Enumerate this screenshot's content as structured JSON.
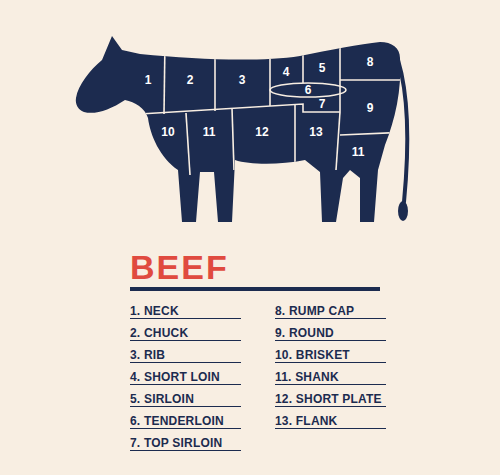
{
  "diagram": {
    "title": "BEEF",
    "labels": [
      "1",
      "2",
      "3",
      "4",
      "5",
      "8",
      "6",
      "7",
      "9",
      "10",
      "11",
      "12",
      "13",
      "11",
      "1. NECK",
      "2. CHUCK",
      "3. RIB",
      "4. SHORT LOIN",
      "5. SIRLOIN",
      "6. TENDERLOIN",
      "7. TOP SIRLOIN",
      "8. RUMP CAP",
      "9. ROUND",
      "10. BRISKET",
      "11. SHANK",
      "12. SHORT PLATE",
      "13. FLANK"
    ]
  }
}
